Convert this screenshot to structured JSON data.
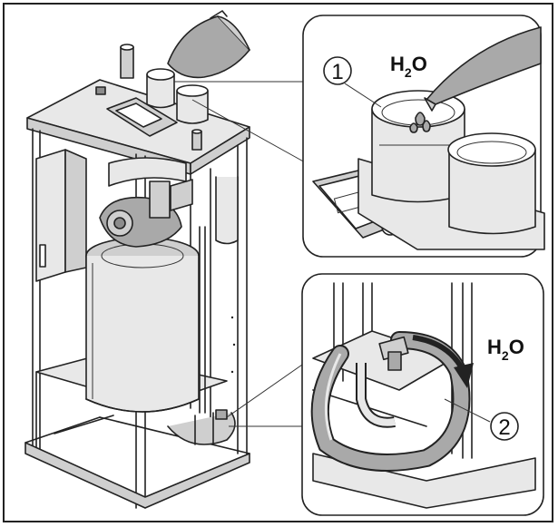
{
  "callouts": [
    {
      "number": "1",
      "label_main": "H",
      "label_sub": "2",
      "label_end": "O"
    },
    {
      "number": "2",
      "label_main": "H",
      "label_sub": "2",
      "label_end": "O"
    }
  ],
  "colors": {
    "line": "#222222",
    "light": "#e8e8e8",
    "mid": "#cfcfcf",
    "dark": "#8c8c8c"
  },
  "icons": [
    "watering-jug-icon",
    "water-drop-icon",
    "drain-hose-icon",
    "flow-arrow-icon"
  ]
}
